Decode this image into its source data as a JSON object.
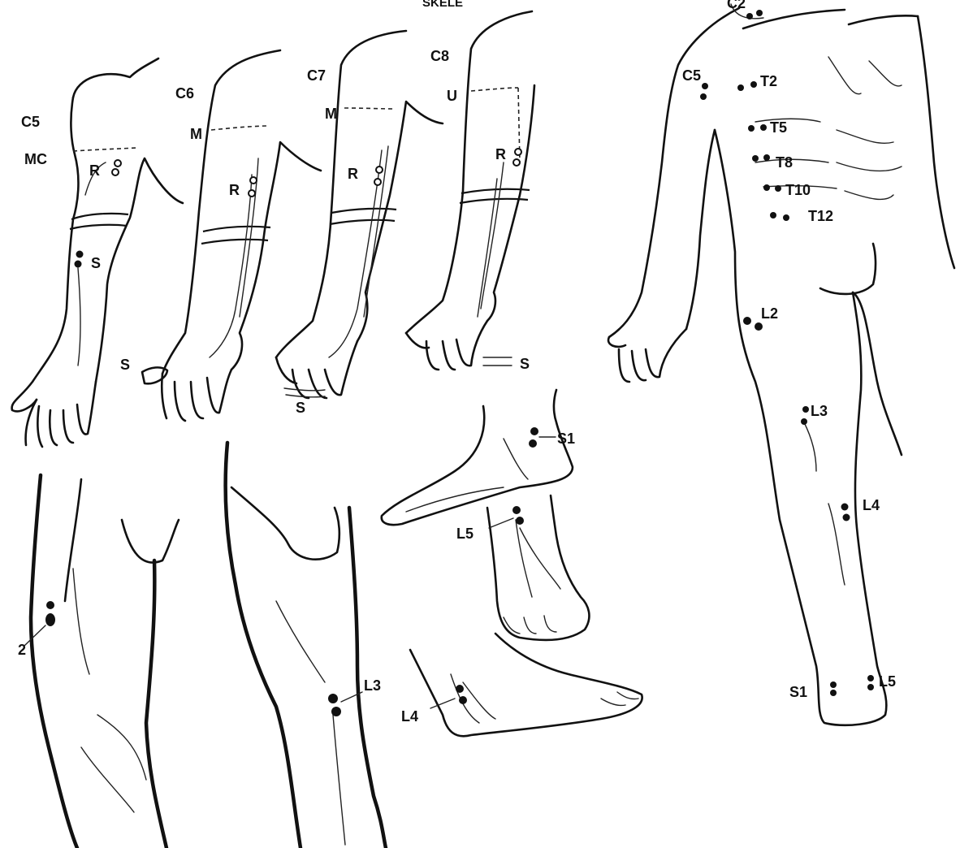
{
  "figure": {
    "header_fragment": "SKELE",
    "arms": [
      {
        "segment": "C5",
        "nerve_markers": [
          "MC",
          "R",
          "S"
        ]
      },
      {
        "segment": "C6",
        "nerve_markers": [
          "M",
          "R",
          "S"
        ]
      },
      {
        "segment": "C7",
        "nerve_markers": [
          "M",
          "R",
          "S"
        ]
      },
      {
        "segment": "C8",
        "nerve_markers": [
          "U",
          "R",
          "S"
        ]
      }
    ],
    "body_labels": [
      "C2",
      "C5",
      "T2",
      "T5",
      "T8",
      "T10",
      "T12",
      "L2",
      "L3",
      "L4",
      "S1",
      "L5"
    ],
    "thigh_labels": [
      "2",
      "L3"
    ],
    "foot_labels": [
      "S1",
      "L5",
      "L4"
    ],
    "colors": {
      "ink": "#111111",
      "paper": "#ffffff"
    }
  }
}
